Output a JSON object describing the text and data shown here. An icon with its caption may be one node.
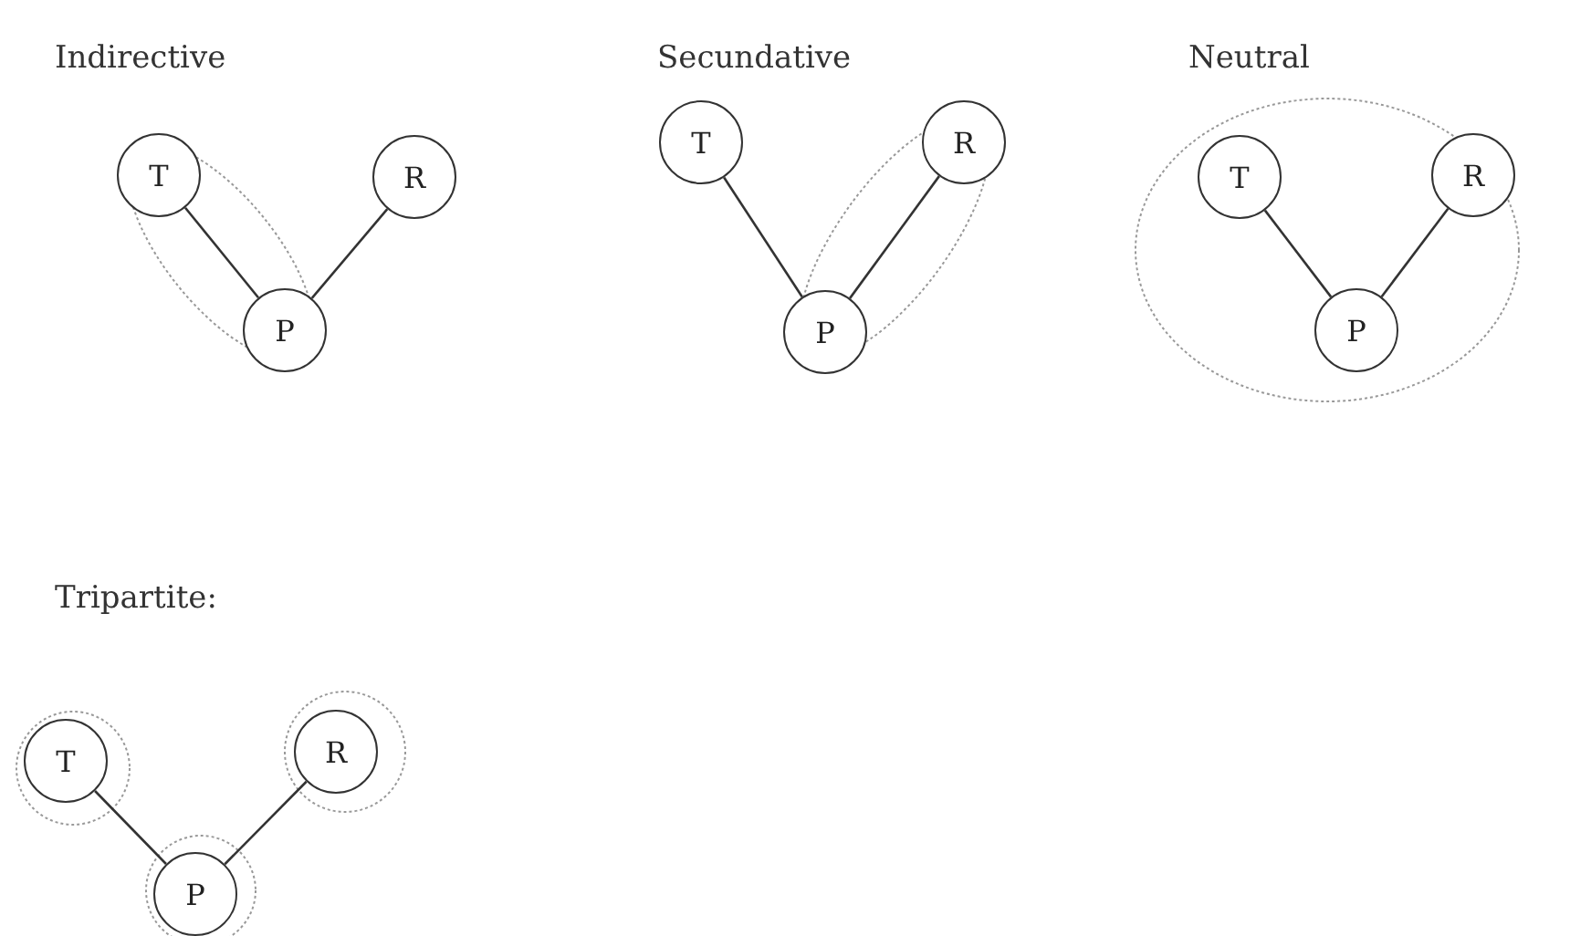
{
  "diagram": {
    "nodes": [
      {
        "text": [
          "T"
        ]
      },
      {
        "text": [
          "R"
        ]
      },
      {
        "text": [
          "P"
        ]
      },
      {
        "text": [
          "T"
        ]
      },
      {
        "text": [
          "R"
        ]
      },
      {
        "text": [
          "P"
        ]
      },
      {
        "text": [
          "T"
        ]
      },
      {
        "text": [
          "R"
        ]
      },
      {
        "text": [
          "P"
        ]
      },
      {
        "text": [
          "T"
        ]
      },
      {
        "text": [
          "R"
        ]
      },
      {
        "text": [
          "P"
        ]
      }
    ],
    "edges": [
      {
        "from": 0,
        "to": 2,
        "arrow": "none"
      },
      {
        "from": 1,
        "to": 2,
        "arrow": "none"
      },
      {
        "from": 3,
        "to": 5,
        "arrow": "none"
      },
      {
        "from": 4,
        "to": 5,
        "arrow": "none"
      },
      {
        "from": 6,
        "to": 8,
        "arrow": "none"
      },
      {
        "from": 7,
        "to": 8,
        "arrow": "none"
      },
      {
        "from": 9,
        "to": 11,
        "arrow": "none"
      },
      {
        "from": 10,
        "to": 11,
        "arrow": "none"
      }
    ],
    "labels": [
      "Indirective",
      "Secundative",
      "Neutral",
      "Tripartite:"
    ]
  }
}
